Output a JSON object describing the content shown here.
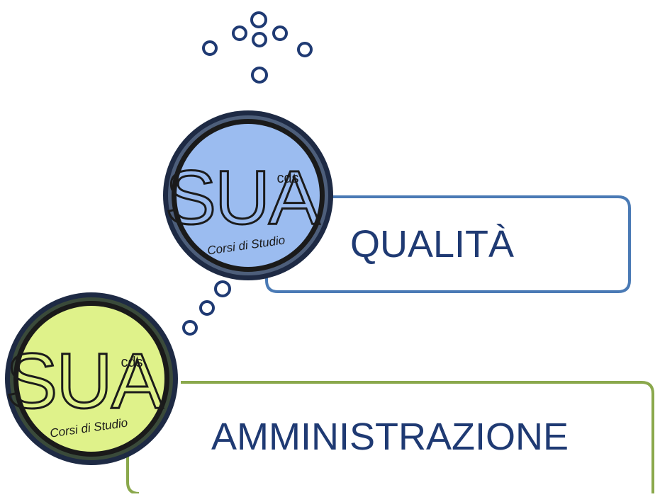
{
  "colors": {
    "text": "#1f3a73",
    "bubble_stroke": "#1f3a73",
    "qualita_border": "#4a7ab5",
    "qualita_disc": "#9bbcf0",
    "amministrazione_border": "#8aa84c",
    "amministrazione_disc": "#dff28a",
    "logo_outer_ring": "#1e2a44",
    "logo_dark_ring": "#1a1a1a",
    "logo_ink": "#1b1b1b"
  },
  "logo": {
    "big_letters": "SUA",
    "superscript": "cds",
    "ring_text": "Corsi di Studio"
  },
  "boxes": [
    {
      "label": "QUALITÀ",
      "theme": "blue"
    },
    {
      "label": "AMMINISTRAZIONE",
      "theme": "green"
    }
  ]
}
